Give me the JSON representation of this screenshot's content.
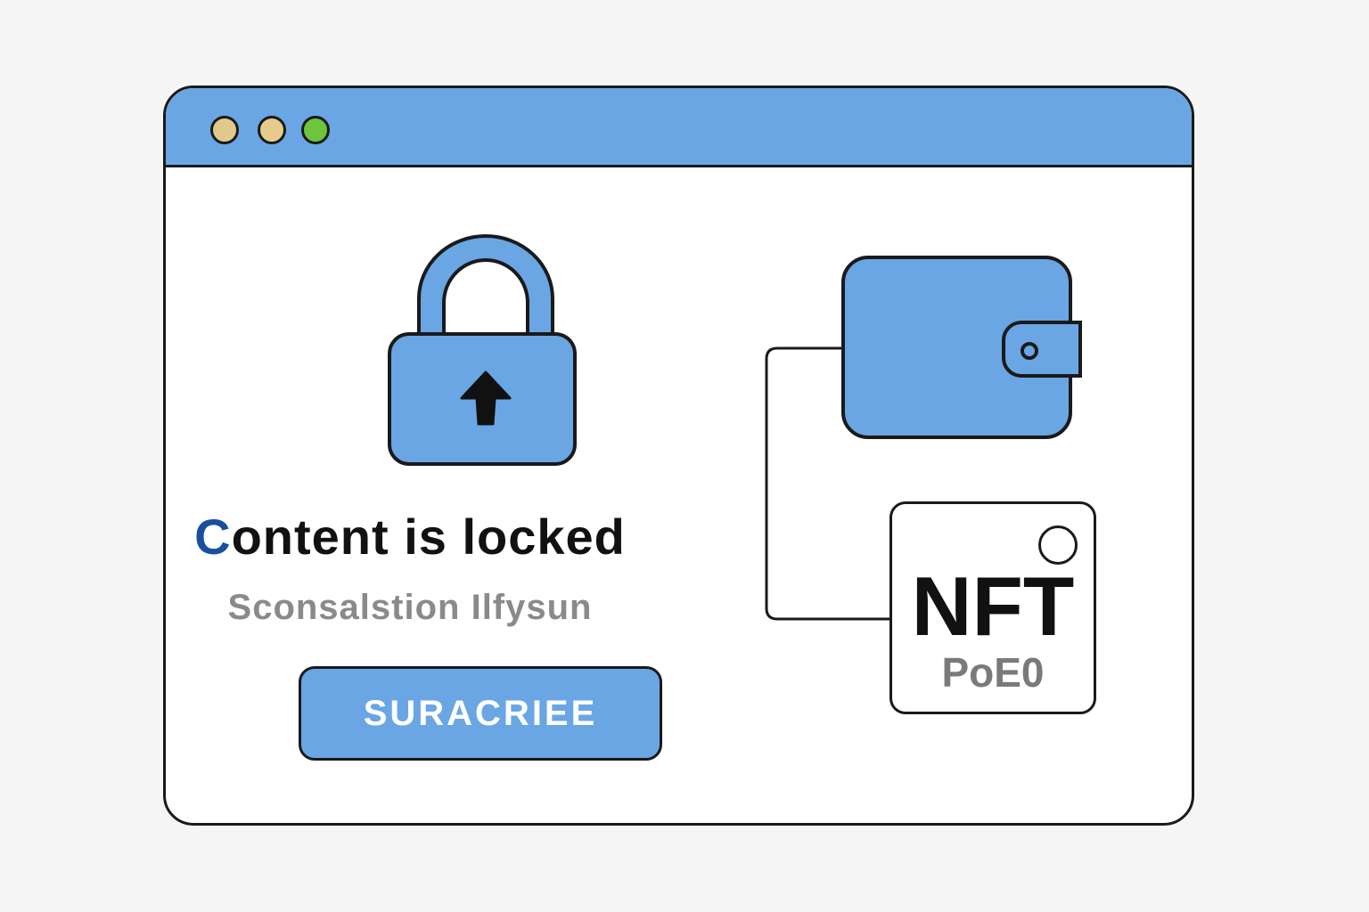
{
  "colors": {
    "accent": "#6aa6e4",
    "title_c": "#1a4fa0",
    "dot_yellow": "#e0c98a",
    "dot_green": "#6cc53a"
  },
  "window": {
    "controls": [
      "minimize",
      "maximize",
      "close"
    ]
  },
  "lock": {
    "icon": "lock-icon",
    "arrow": "arrow-up-icon"
  },
  "content": {
    "title_first": "C",
    "title_rest": "ontent is locked",
    "subtitle": "Sconsalstion Ilfysun",
    "button_label": "SURACRIEE"
  },
  "wallet": {
    "icon": "wallet-icon"
  },
  "nft": {
    "title": "NFT",
    "subtitle": "PoE0"
  }
}
